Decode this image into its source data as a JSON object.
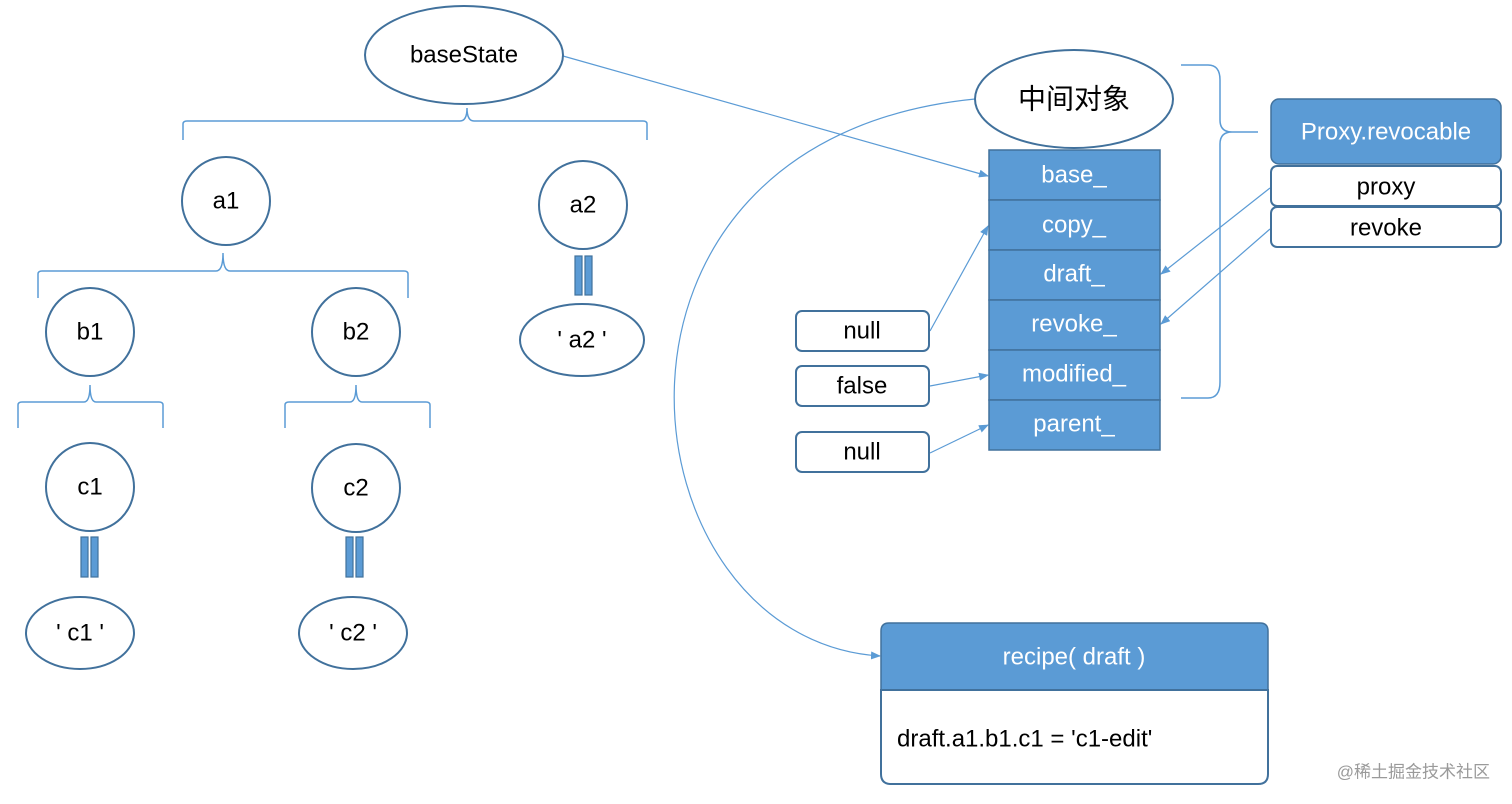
{
  "colors": {
    "accent": "#5b9bd5",
    "border": "#41719c",
    "text": "#000000",
    "watermark": "#9a9a9a"
  },
  "tree": {
    "root": "baseState",
    "a1": "a1",
    "a2": "a2",
    "a2_value": "' a2 '",
    "b1": "b1",
    "b2": "b2",
    "c1": "c1",
    "c2": "c2",
    "c1_value": "' c1 '",
    "c2_value": "' c2 '"
  },
  "state_object": {
    "title": "中间对象",
    "fields": [
      "base_",
      "copy_",
      "draft_",
      "revoke_",
      "modified_",
      "parent_"
    ]
  },
  "field_values": {
    "copy_value": "null",
    "modified_value": "false",
    "parent_value": "null"
  },
  "proxy": {
    "title": "Proxy.revocable",
    "items": [
      "proxy",
      "revoke"
    ]
  },
  "recipe": {
    "title": "recipe( draft )",
    "code": "draft.a1.b1.c1 = 'c1-edit'"
  },
  "watermark": "@稀土掘金技术社区"
}
